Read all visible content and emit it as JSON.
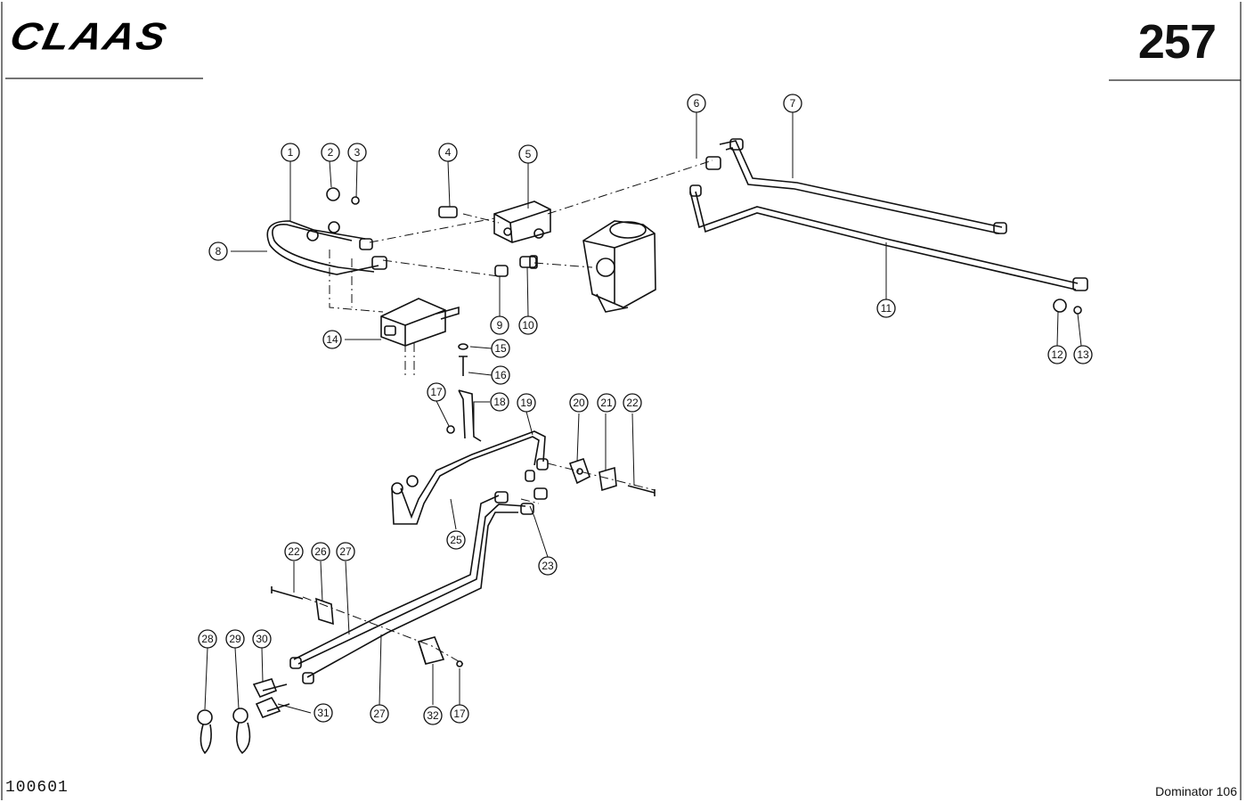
{
  "header": {
    "brand": "CLAAS",
    "page_number": "257"
  },
  "footer": {
    "drawing_number": "100601",
    "model": "Dominator 106"
  },
  "callouts": [
    "1",
    "2",
    "3",
    "4",
    "5",
    "6",
    "7",
    "8",
    "9",
    "10",
    "11",
    "12",
    "13",
    "14",
    "15",
    "16",
    "17",
    "18",
    "19",
    "20",
    "21",
    "22",
    "23",
    "25",
    "22",
    "26",
    "27",
    "28",
    "29",
    "30",
    "31",
    "27",
    "32",
    "17"
  ]
}
